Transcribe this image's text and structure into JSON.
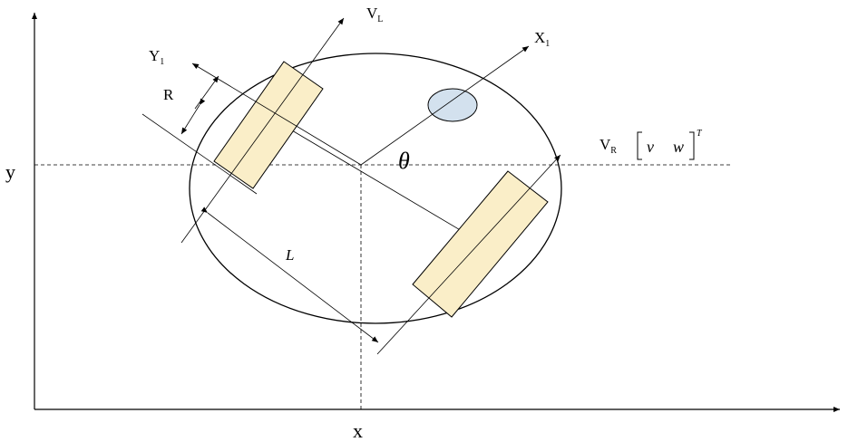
{
  "diagram": {
    "axes": {
      "x_label": "x",
      "y_label": "y"
    },
    "labels": {
      "vl_main": "V",
      "vl_sub": "L",
      "x1_main": "X",
      "x1_sub": "1",
      "y1_main": "Y",
      "y1_sub": "1",
      "r": "R",
      "theta": "θ",
      "vr_main": "V",
      "vr_sub": "R",
      "vec_v": "v",
      "vec_w": "w",
      "vec_sup": "T",
      "l": "L"
    },
    "colors": {
      "wheel_fill": "#faeec8",
      "sensor_fill": "#d3e1ee",
      "line": "#000000"
    }
  }
}
